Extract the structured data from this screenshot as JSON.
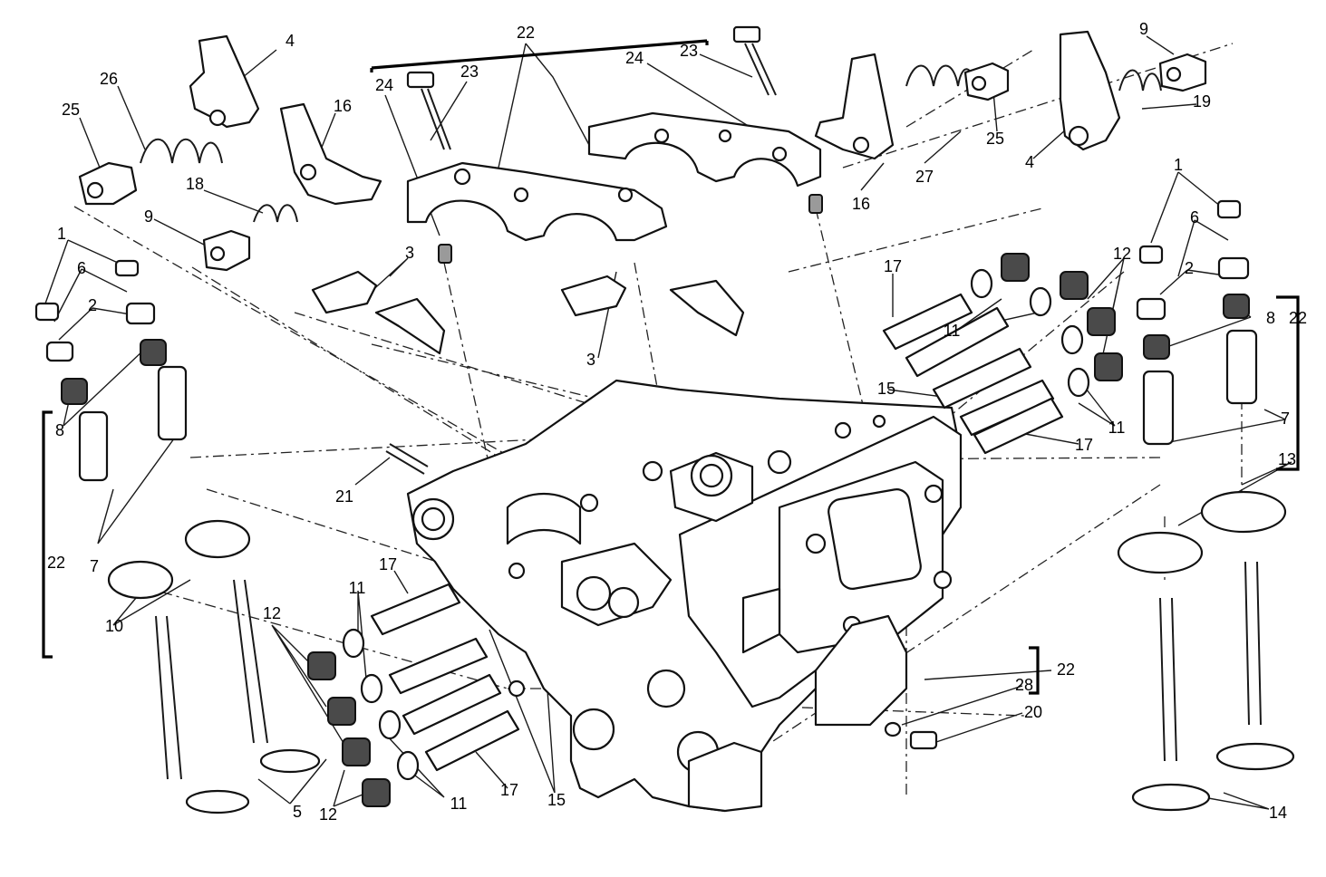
{
  "callouts": [
    {
      "id": "c22-top",
      "text": "22"
    },
    {
      "id": "c4-left",
      "text": "4"
    },
    {
      "id": "c26",
      "text": "26"
    },
    {
      "id": "c25-left",
      "text": "25"
    },
    {
      "id": "c16-left",
      "text": "16"
    },
    {
      "id": "c18",
      "text": "18"
    },
    {
      "id": "c9-left",
      "text": "9"
    },
    {
      "id": "c1-left",
      "text": "1"
    },
    {
      "id": "c6-left",
      "text": "6"
    },
    {
      "id": "c2-left",
      "text": "2"
    },
    {
      "id": "c8-left",
      "text": "8"
    },
    {
      "id": "c24-left",
      "text": "24"
    },
    {
      "id": "c23-left",
      "text": "23"
    },
    {
      "id": "c24-right",
      "text": "24"
    },
    {
      "id": "c23-right",
      "text": "23"
    },
    {
      "id": "c3-upper",
      "text": "3"
    },
    {
      "id": "c3-lower",
      "text": "3"
    },
    {
      "id": "c9-right",
      "text": "9"
    },
    {
      "id": "c25-right",
      "text": "25"
    },
    {
      "id": "c19",
      "text": "19"
    },
    {
      "id": "c27",
      "text": "27"
    },
    {
      "id": "c16-right",
      "text": "16"
    },
    {
      "id": "c4-right",
      "text": "4"
    },
    {
      "id": "c17-upper",
      "text": "17"
    },
    {
      "id": "c12-upper",
      "text": "12"
    },
    {
      "id": "c11-upper-a",
      "text": "11"
    },
    {
      "id": "c15-upper",
      "text": "15"
    },
    {
      "id": "c11-upper-b",
      "text": "11"
    },
    {
      "id": "c17-upper-b",
      "text": "17"
    },
    {
      "id": "c1-right",
      "text": "1"
    },
    {
      "id": "c6-right",
      "text": "6"
    },
    {
      "id": "c2-right",
      "text": "2"
    },
    {
      "id": "c8-right",
      "text": "8"
    },
    {
      "id": "c22-right",
      "text": "22"
    },
    {
      "id": "c7-right",
      "text": "7"
    },
    {
      "id": "c13",
      "text": "13"
    },
    {
      "id": "c21",
      "text": "21"
    },
    {
      "id": "c22-left",
      "text": "22"
    },
    {
      "id": "c7-left",
      "text": "7"
    },
    {
      "id": "c10",
      "text": "10"
    },
    {
      "id": "c5",
      "text": "5"
    },
    {
      "id": "c12-lower-a",
      "text": "12"
    },
    {
      "id": "c11-lower-a",
      "text": "11"
    },
    {
      "id": "c17-lower-a",
      "text": "17"
    },
    {
      "id": "c12-lower-b",
      "text": "12"
    },
    {
      "id": "c11-lower-b",
      "text": "11"
    },
    {
      "id": "c17-lower-b",
      "text": "17"
    },
    {
      "id": "c15-lower",
      "text": "15"
    },
    {
      "id": "c22-lower",
      "text": "22"
    },
    {
      "id": "c28",
      "text": "28"
    },
    {
      "id": "c20",
      "text": "20"
    },
    {
      "id": "c14",
      "text": "14"
    }
  ]
}
